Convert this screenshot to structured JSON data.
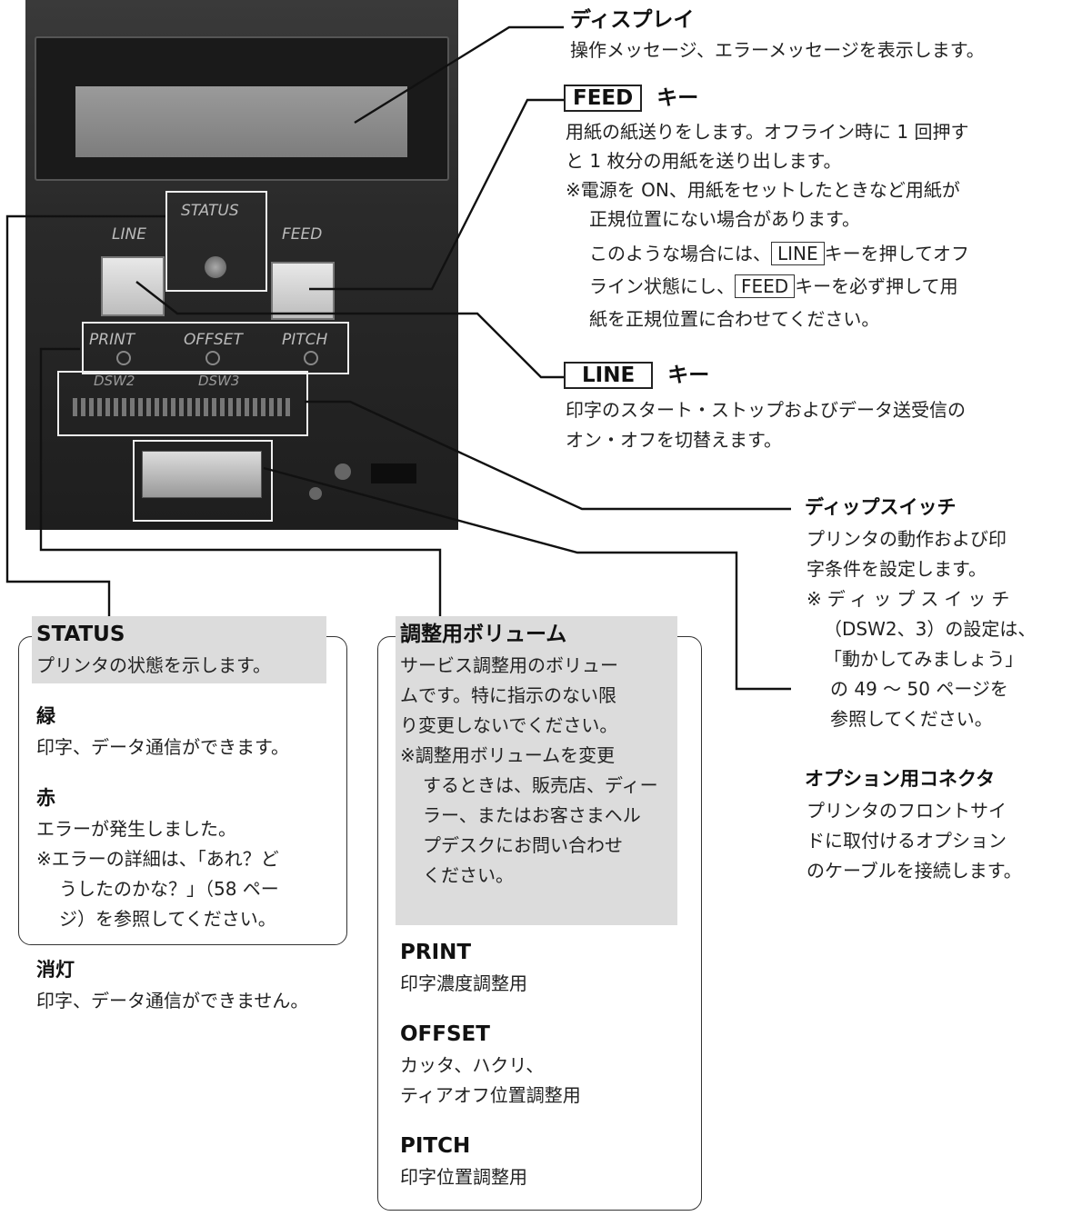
{
  "photo": {
    "status": "STATUS",
    "line": "LINE",
    "feed": "FEED",
    "print": "PRINT",
    "offset": "OFFSET",
    "pitch": "PITCH",
    "dsw2": "DSW2",
    "dsw3": "DSW3"
  },
  "display": {
    "title": "ディスプレイ",
    "desc": "操作メッセージ、エラーメッセージを表示します。"
  },
  "feed": {
    "key": "FEED",
    "title_suffix": "キー",
    "l1": "用紙の紙送りをします。オフライン時に 1 回押す",
    "l2": "と 1 枚分の用紙を送り出します。",
    "n1": "※電源を ON、用紙をセットしたときなど用紙が",
    "n2": "正規位置にない場合があります。",
    "n3_key": "LINE",
    "n3_rest": "キーを押してオフ",
    "n3_pre": "このような場合には、",
    "n4_pre": "ライン状態にし、",
    "n4_key": "FEED",
    "n4_rest": "キーを必ず押して用",
    "n5": "紙を正規位置に合わせてください。"
  },
  "line": {
    "key": "LINE",
    "title_suffix": "キー",
    "l1": "印字のスタート・ストップおよびデータ送受信の",
    "l2": "オン・オフを切替えます。"
  },
  "dip": {
    "title": "ディップスイッチ",
    "l1": "プリンタの動作および印",
    "l2": "字条件を設定します。",
    "n1": "※ディップスイッチ",
    "n2": "（DSW2、3）の設定は、",
    "n3": "「動かしてみましょう」",
    "n4": "の 49 ～ 50 ページを",
    "n5": "参照してください。"
  },
  "option": {
    "title": "オプション用コネクタ",
    "l1": "プリンタのフロントサイ",
    "l2": "ドに取付けるオプション",
    "l3": "のケーブルを接続します。"
  },
  "status": {
    "title": "STATUS",
    "desc": "プリンタの状態を示します。",
    "green_t": "緑",
    "green_d": "印字、データ通信ができます。",
    "red_t": "赤",
    "red_d": "エラーが発生しました。",
    "red_n1": "※エラーの詳細は、「あれ？ど",
    "red_n2": "うしたのかな？」（58 ペー",
    "red_n3": "ジ）を参照してください。",
    "off_t": "消灯",
    "off_d": "印字、データ通信ができません。"
  },
  "volume": {
    "title": "調整用ボリューム",
    "l1": "サービス調整用のボリュー",
    "l2": "ムです。特に指示のない限",
    "l3": "り変更しないでください。",
    "n1": "※調整用ボリュームを変更",
    "n2": "するときは、販売店、ディー",
    "n3": "ラー、またはお客さまヘル",
    "n4": "プデスクにお問い合わせ",
    "n5": "ください。",
    "print_t": "PRINT",
    "print_d": "印字濃度調整用",
    "offset_t": "OFFSET",
    "offset_d1": "カッタ、ハクリ、",
    "offset_d2": "ティアオフ位置調整用",
    "pitch_t": "PITCH",
    "pitch_d": "印字位置調整用"
  }
}
